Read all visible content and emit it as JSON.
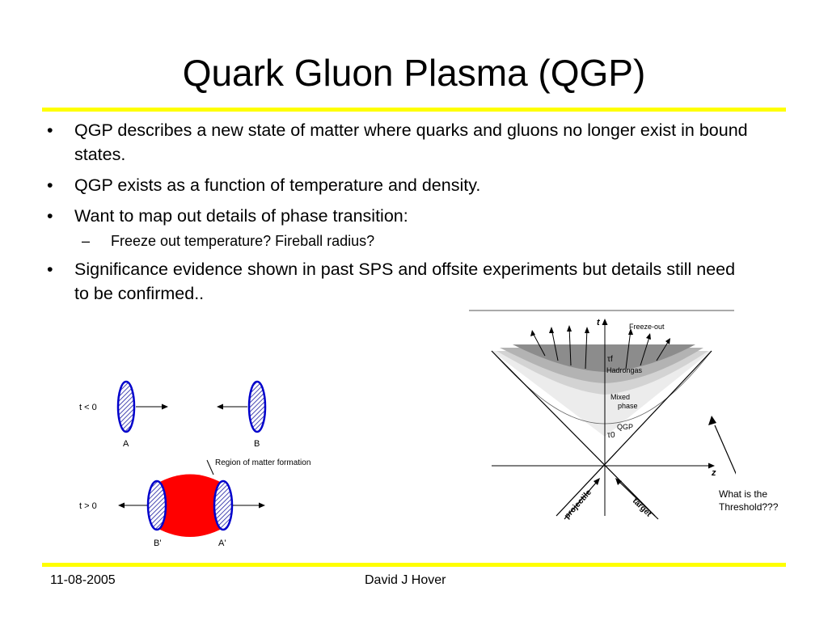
{
  "slide": {
    "title": "Quark Gluon Plasma (QGP)",
    "bullets": [
      "QGP describes a new state of matter where quarks and gluons no longer exist in bound states.",
      "QGP exists as a function of temperature and density.",
      "Want to map out details of phase transition:"
    ],
    "sub_bullet": "Freeze out temperature?  Fireball radius?",
    "last_bullet": "Significance evidence shown in past SPS and offsite experiments but details still need to be confirmed..",
    "bullet_glyph": "•",
    "dash_glyph": "–"
  },
  "collision_diagram": {
    "t_before": "t < 0",
    "t_after": "t > 0",
    "label_a": "A",
    "label_b": "B",
    "label_b_prime": "B'",
    "label_a_prime": "A'",
    "region_label": "Region of matter formation",
    "colors": {
      "nucleus": "#0000cc",
      "matter": "#ff0000"
    }
  },
  "spacetime_diagram": {
    "axis_t": "t",
    "axis_z": "z",
    "freeze_out": "Freeze-out",
    "tau_f": "τf",
    "hadron_gas": "Hadrongas",
    "mixed_phase_1": "Mixed",
    "mixed_phase_2": "phase",
    "qgp": "QGP",
    "tau_0": "τ0",
    "projectile": "projectile",
    "target": "target"
  },
  "threshold_note": {
    "line1": "What is the",
    "line2": "Threshold???"
  },
  "footer": {
    "date": "11-08-2005",
    "author": "David J Hover"
  },
  "colors": {
    "rule": "#ffff00"
  }
}
